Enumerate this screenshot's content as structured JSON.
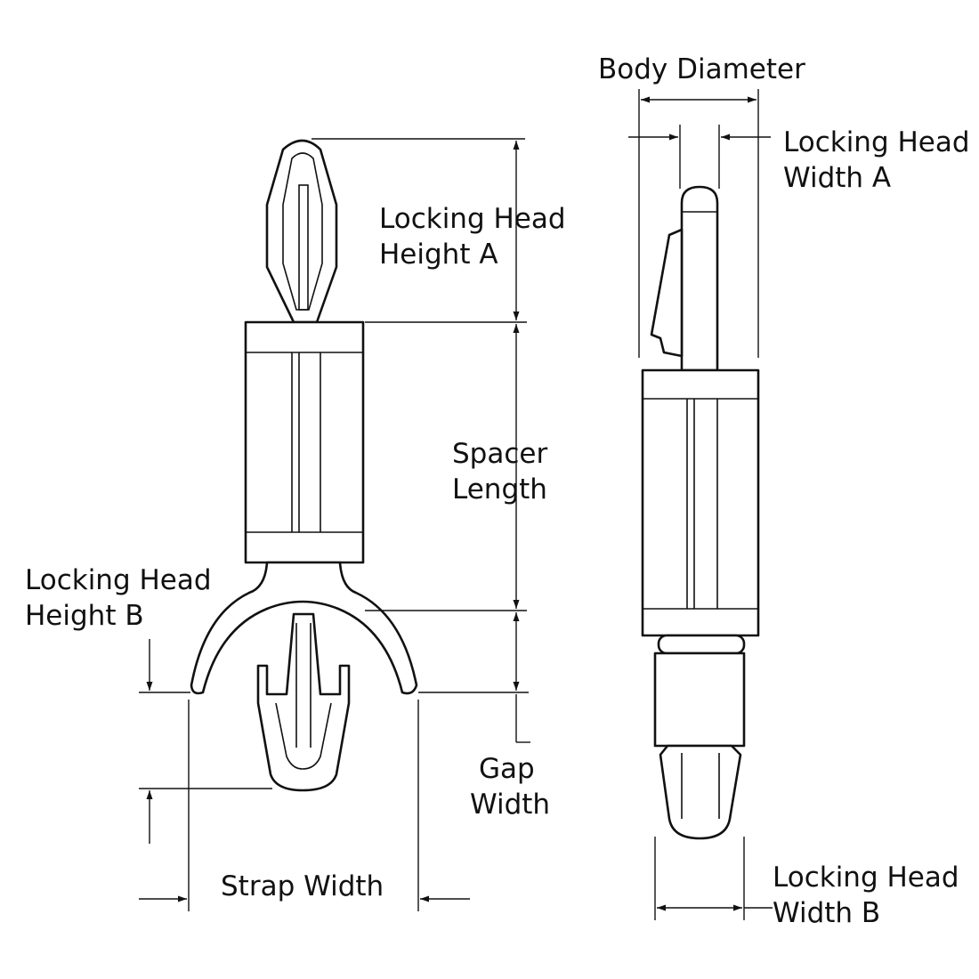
{
  "labels": {
    "body_diameter": "Body Diameter",
    "locking_head_width_a": [
      "Locking Head",
      "Width A"
    ],
    "locking_head_height_a": [
      "Locking Head",
      "Height A"
    ],
    "spacer_length": [
      "Spacer",
      "Length"
    ],
    "locking_head_height_b": [
      "Locking Head",
      "Height B"
    ],
    "gap_width": [
      "Gap",
      "Width"
    ],
    "strap_width": "Strap Width",
    "locking_head_width_b": [
      "Locking Head",
      "Width B"
    ]
  }
}
